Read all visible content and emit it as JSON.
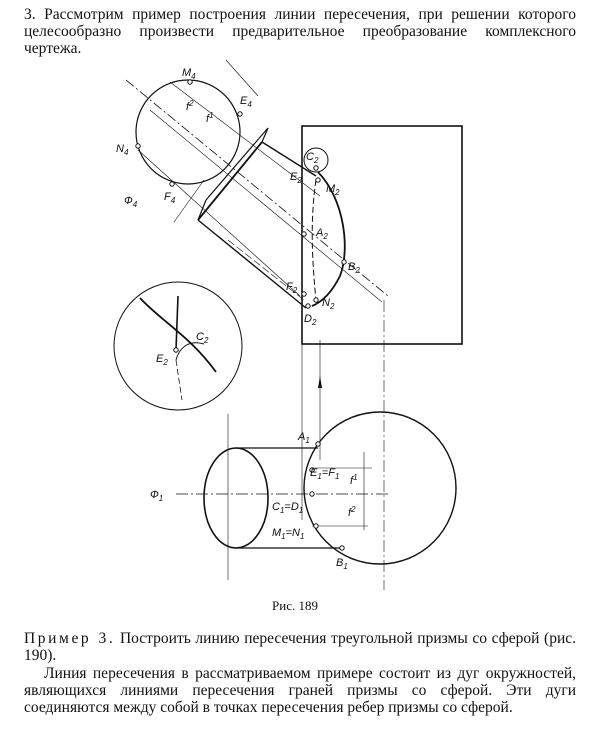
{
  "intro_text": "3. Рассмотрим пример построения линии пересечения, при решении которого целесообразно произвести предварительное преобразование комплексного чертежа.",
  "figure": {
    "labels": {
      "M4": "M",
      "M4_sub": "4",
      "E4": "E",
      "E4_sub": "4",
      "N4": "N",
      "N4_sub": "4",
      "F4": "F",
      "F4_sub": "4",
      "Phi4": "Ф",
      "Phi4_sub": "4",
      "f2_top": "f",
      "f2_top_sup": "2",
      "f1_top": "f",
      "f1_top_sup": "1",
      "C2": "C",
      "C2_sub": "2",
      "E2": "E",
      "E2_sub": "2",
      "M2": "M",
      "M2_sub": "2",
      "A2": "A",
      "A2_sub": "2",
      "B2": "B",
      "B2_sub": "2",
      "F2": "F",
      "F2_sub": "2",
      "N2": "N",
      "N2_sub": "2",
      "D2": "D",
      "D2_sub": "2",
      "C2_zoom": "C",
      "C2_zoom_sub": "2",
      "E2_zoom": "E",
      "E2_zoom_sub": "2",
      "A1": "A",
      "A1_sub": "1",
      "E1F1": "E",
      "E1F1_sub": "1",
      "E1F1_eq": "=F",
      "E1F1_sub2": "1",
      "C1D1": "C",
      "C1D1_sub": "1",
      "C1D1_eq": "=D",
      "C1D1_sub2": "1",
      "M1N1": "M",
      "M1N1_sub": "1",
      "M1N1_eq": "=N",
      "M1N1_sub2": "1",
      "B1": "B",
      "B1_sub": "1",
      "Phi1": "Ф",
      "Phi1_sub": "1",
      "f1_bot": "f",
      "f1_bot_sup": "1",
      "f2_bot": "f",
      "f2_bot_sup": "2"
    }
  },
  "caption": "Рис. 189",
  "example_heading": "Пример 3.",
  "example_text": " Построить линию пересечения треугольной призмы со сферой (рис. 190).",
  "body_text": "Линия пересечения в рассматриваемом примере состоит из дуг окружностей, являющихся линиями пересечения граней призмы со сферой. Эти дуги соединяются между собой в точках пересечения ребер призмы со сферой."
}
